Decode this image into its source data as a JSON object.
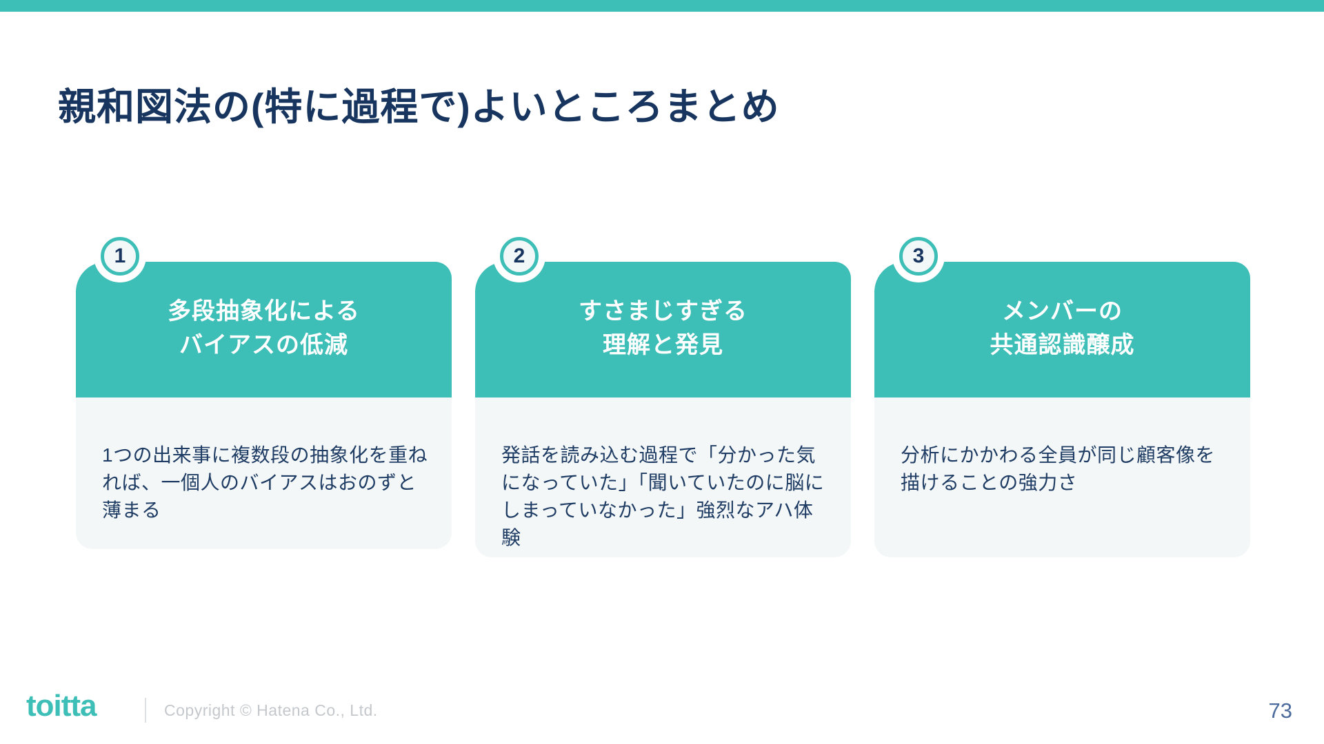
{
  "slide": {
    "title": "親和図法の(特に過程で)よいところまとめ",
    "page_number": "73",
    "cards": [
      {
        "number": "1",
        "title_line1": "多段抽象化による",
        "title_line2": "バイアスの低減",
        "body": "1つの出来事に複数段の抽象化を重ねれば、一個人のバイアスはおのずと薄まる"
      },
      {
        "number": "2",
        "title_line1": "すさまじすぎる",
        "title_line2": "理解と発見",
        "body": "発話を読み込む過程で「分かった気になっていた」「聞いていたのに脳にしまっていなかった」強烈なアハ体験"
      },
      {
        "number": "3",
        "title_line1": "メンバーの",
        "title_line2": "共通認識醸成",
        "body": "分析にかかわる全員が同じ顧客像を描けることの強力さ"
      }
    ],
    "footer": {
      "logo_text": "toitta",
      "copyright": "Copyright © Hatena Co., Ltd."
    },
    "colors": {
      "teal": "#3DBEB6",
      "navy": "#17355E",
      "ice": "#F2F8F8",
      "card_body_bg": "#F3F7F7",
      "body_text": "#1F3C64",
      "copyright_gray": "#C4C8CC",
      "page_number_blue": "#4C6B9D",
      "divider_gray": "#DDE1E4"
    }
  }
}
